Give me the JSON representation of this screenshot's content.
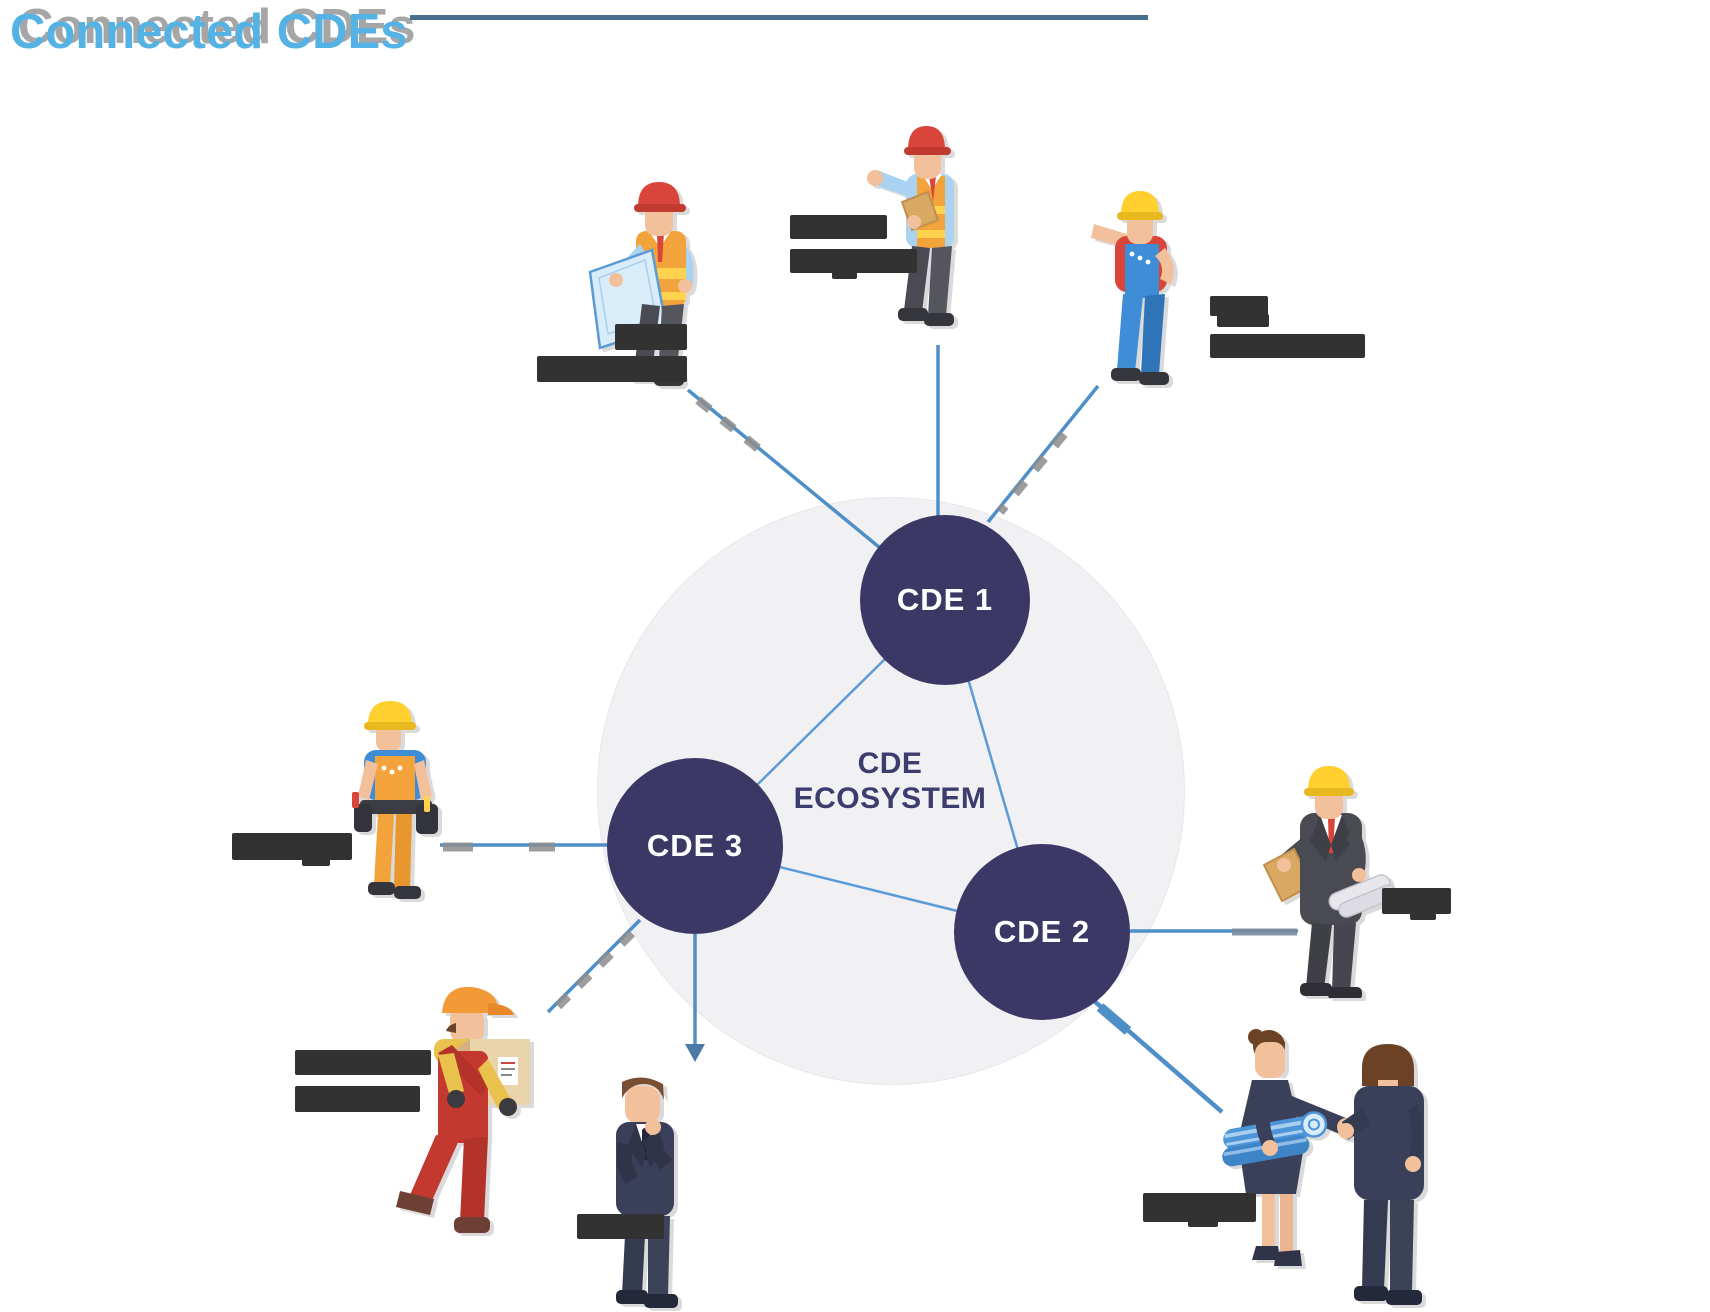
{
  "page": {
    "title": "Connected CDEs",
    "title_color": "#55b2e4",
    "title_shadow_color": "#a6a6a6",
    "rule_color": "#47708e",
    "background": "#ffffff"
  },
  "ecosystem": {
    "label_line1": "CDE",
    "label_line2": "ECOSYSTEM",
    "circle_color": "#f1f1f4",
    "text_color": "#3c3c6e"
  },
  "nodes": [
    {
      "id": "cde-1",
      "label": "CDE 1"
    },
    {
      "id": "cde-2",
      "label": "CDE 2"
    },
    {
      "id": "cde-3",
      "label": "CDE 3"
    }
  ],
  "node_style": {
    "fill": "#3c3866",
    "text_color": "#ffffff"
  },
  "connectors": {
    "line_color": "#4e8fc7",
    "shadow_dash_color": "#8d8d8d",
    "arrow_color": "#4a7aa8"
  },
  "actors": [
    {
      "figure": "site-worker-reading-blueprint-icon",
      "hardhat": "red",
      "connected_to": "cde-1",
      "label": {
        "redacted": true,
        "lines": 2
      }
    },
    {
      "figure": "site-manager-with-clipboard-icon",
      "hardhat": "red",
      "connected_to": "cde-1",
      "label": {
        "redacted": true,
        "lines": 2
      }
    },
    {
      "figure": "worker-blue-overalls-pointing-icon",
      "hardhat": "yellow",
      "connected_to": "cde-1",
      "label": {
        "redacted": true,
        "lines": 2
      }
    },
    {
      "figure": "tradesman-with-tool-belt-icon",
      "hardhat": "yellow",
      "connected_to": "cde-3",
      "label": {
        "redacted": true,
        "lines": 1
      }
    },
    {
      "figure": "delivery-worker-carrying-box-icon",
      "hardhat": "none",
      "connected_to": "cde-3",
      "label": {
        "redacted": true,
        "lines": 2
      }
    },
    {
      "figure": "businessman-thinking-icon",
      "hardhat": "none",
      "connected_to": "cde-3",
      "label": {
        "redacted": true,
        "lines": 1
      }
    },
    {
      "figure": "engineer-suit-with-plans-icon",
      "hardhat": "yellow",
      "connected_to": "cde-2",
      "label": {
        "redacted": true,
        "lines": 1
      }
    },
    {
      "figure": "business-people-handshake-icon",
      "hardhat": "none",
      "connected_to": "cde-2",
      "label": {
        "redacted": true,
        "lines": 1
      }
    }
  ]
}
